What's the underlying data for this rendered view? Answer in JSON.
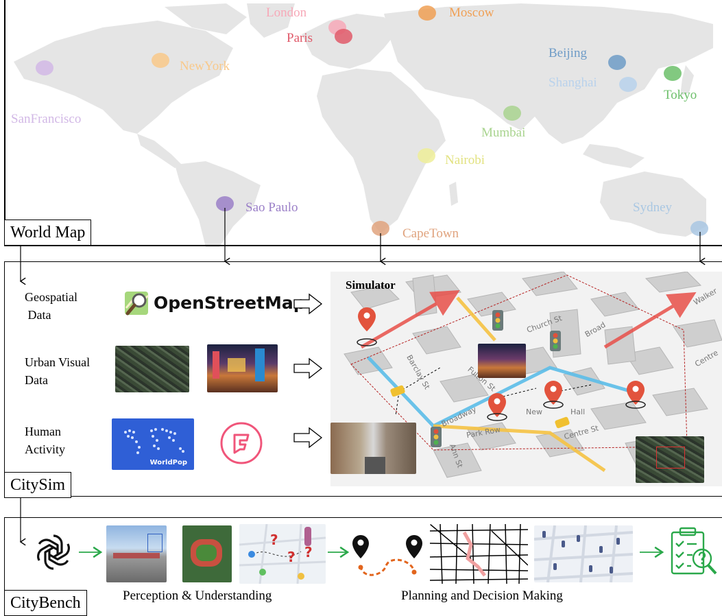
{
  "sections": {
    "world_map": "World Map",
    "citysim": "CitySim",
    "citybench": "CityBench"
  },
  "cities": [
    {
      "name": "London",
      "color": "#f7a9b8"
    },
    {
      "name": "Paris",
      "color": "#e05a6a"
    },
    {
      "name": "Moscow",
      "color": "#f0a055"
    },
    {
      "name": "NewYork",
      "color": "#f9c98a"
    },
    {
      "name": "SanFrancisco",
      "color": "#d2b8e6"
    },
    {
      "name": "Beijing",
      "color": "#6f9cc7"
    },
    {
      "name": "Shanghai",
      "color": "#b9d2ec"
    },
    {
      "name": "Tokyo",
      "color": "#6cbf6a"
    },
    {
      "name": "Mumbai",
      "color": "#a9d48f"
    },
    {
      "name": "Nairobi",
      "color": "#eeee99"
    },
    {
      "name": "Sao Paulo",
      "color": "#9b80c8"
    },
    {
      "name": "Sydney",
      "color": "#a9c7e3"
    },
    {
      "name": "CapeTown",
      "color": "#e0a37e"
    }
  ],
  "citysim": {
    "rows": [
      {
        "label": "Geospatial\n Data"
      },
      {
        "label": "Urban Visual\nData"
      },
      {
        "label": "Human\nActivity"
      }
    ],
    "osm_label": "OpenStreetMap",
    "worldpop_label": "WorldPop",
    "simulator_title": "Simulator",
    "streets": [
      "Church St",
      "Broadway",
      "Park Row",
      "Centre St",
      "Ann St",
      "Barclay St",
      "Broad",
      "Fulton St",
      "Walker",
      "Centre",
      "Hall",
      "New"
    ]
  },
  "citybench": {
    "captions": [
      "Perception & Understanding",
      "Planning and Decision Making"
    ]
  },
  "colors": {
    "arrow_green": "#2aa84a",
    "route_red": "#e8504a",
    "route_yellow": "#f5c242",
    "route_blue": "#5bbde8",
    "pin_red": "#e2533d",
    "foursquare_pink": "#f0557a",
    "worldpop_blue": "#2f5fd6"
  }
}
